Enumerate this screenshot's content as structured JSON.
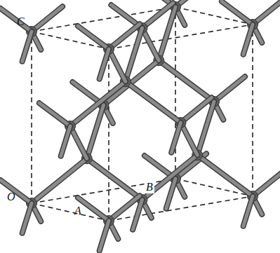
{
  "diagram": {
    "labels": [
      "C",
      "O",
      "A",
      "B"
    ]
  }
}
